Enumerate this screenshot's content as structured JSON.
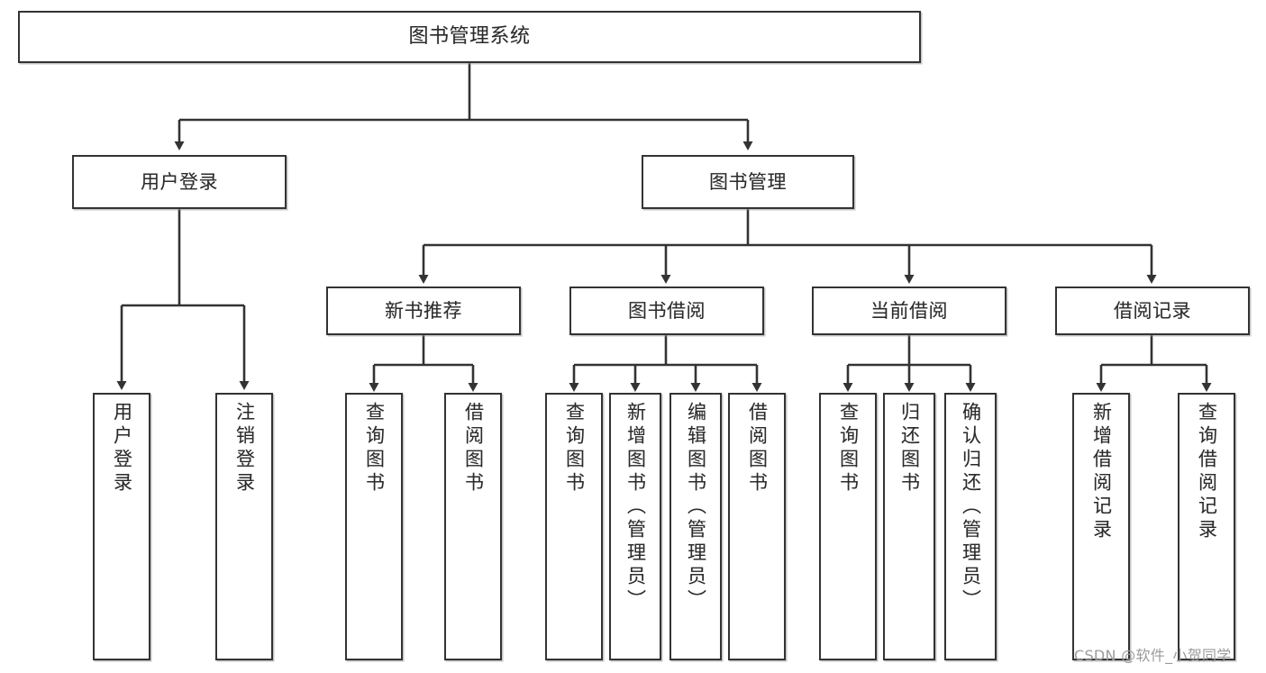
{
  "diagram": {
    "type": "tree-hierarchy-chart",
    "title": "图书管理系统",
    "root": {
      "label": "图书管理系统"
    },
    "level2": [
      {
        "label": "用户登录"
      },
      {
        "label": "图书管理"
      }
    ],
    "level3": [
      {
        "label": "新书推荐"
      },
      {
        "label": "图书借阅"
      },
      {
        "label": "当前借阅"
      },
      {
        "label": "借阅记录"
      }
    ],
    "leaves": {
      "user_login": [
        {
          "label": "用户登录"
        },
        {
          "label": "注销登录"
        }
      ],
      "new_book_recommend": [
        {
          "label": "查询图书"
        },
        {
          "label": "借阅图书"
        }
      ],
      "book_borrow": [
        {
          "label": "查询图书"
        },
        {
          "label": "新增图书（管理员）"
        },
        {
          "label": "编辑图书（管理员）"
        },
        {
          "label": "借阅图书"
        }
      ],
      "current_borrow": [
        {
          "label": "查询图书"
        },
        {
          "label": "归还图书"
        },
        {
          "label": "确认归还（管理员）"
        }
      ],
      "borrow_record": [
        {
          "label": "新增借阅记录"
        },
        {
          "label": "查询借阅记录"
        }
      ]
    },
    "watermark": "CSDN @软件_小贺同学",
    "colors": {
      "box_border": "#333333",
      "box_fill": "#ffffff",
      "connector": "#333333",
      "text": "#2b2b2b",
      "watermark": "#9b9b9b",
      "background": "#ffffff"
    }
  }
}
